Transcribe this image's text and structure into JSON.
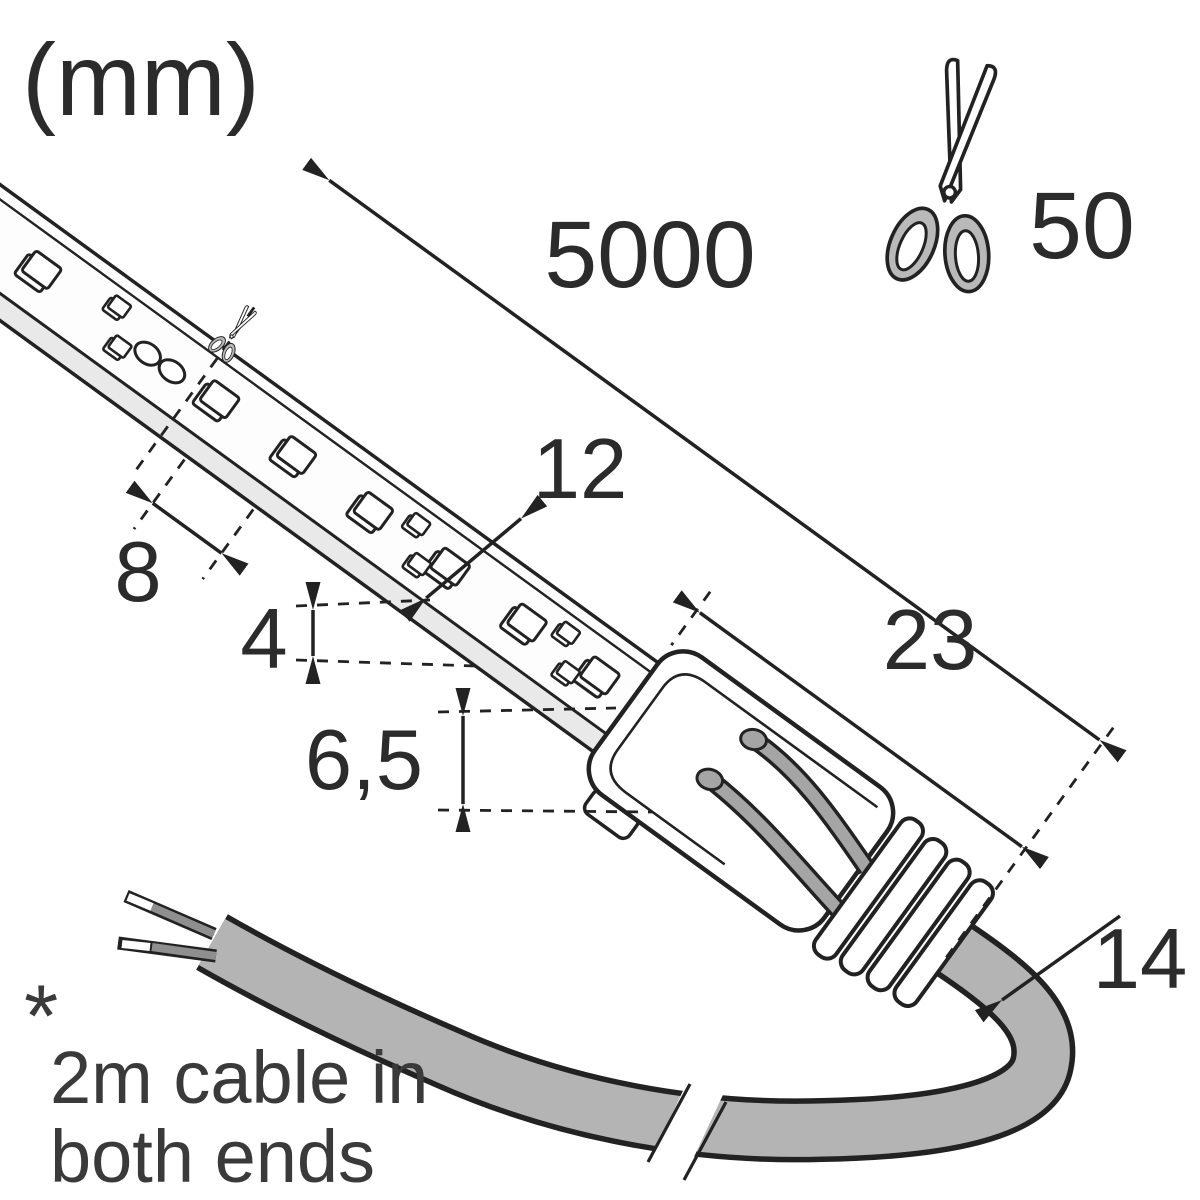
{
  "units_label": "(mm)",
  "dimensions": {
    "strip_length": "5000",
    "cut_length": "50",
    "strip_width": "12",
    "led_spacing": "8",
    "strip_height": "4",
    "end_cap_height": "6,5",
    "end_cap_length": "23",
    "cable_width": "14"
  },
  "footnote": {
    "marker": "*",
    "line1": "2m cable in",
    "line2": "both ends"
  },
  "icons": [
    {
      "name": "scissors-icon",
      "meaning": "strip can be cut; cut increment 50 mm"
    }
  ],
  "colors": {
    "line": "#222222",
    "text": "#2b2b2b",
    "cable": "#b4b4b4",
    "metal": "#a5a5a5",
    "strip_side": "#e9e9e9"
  }
}
